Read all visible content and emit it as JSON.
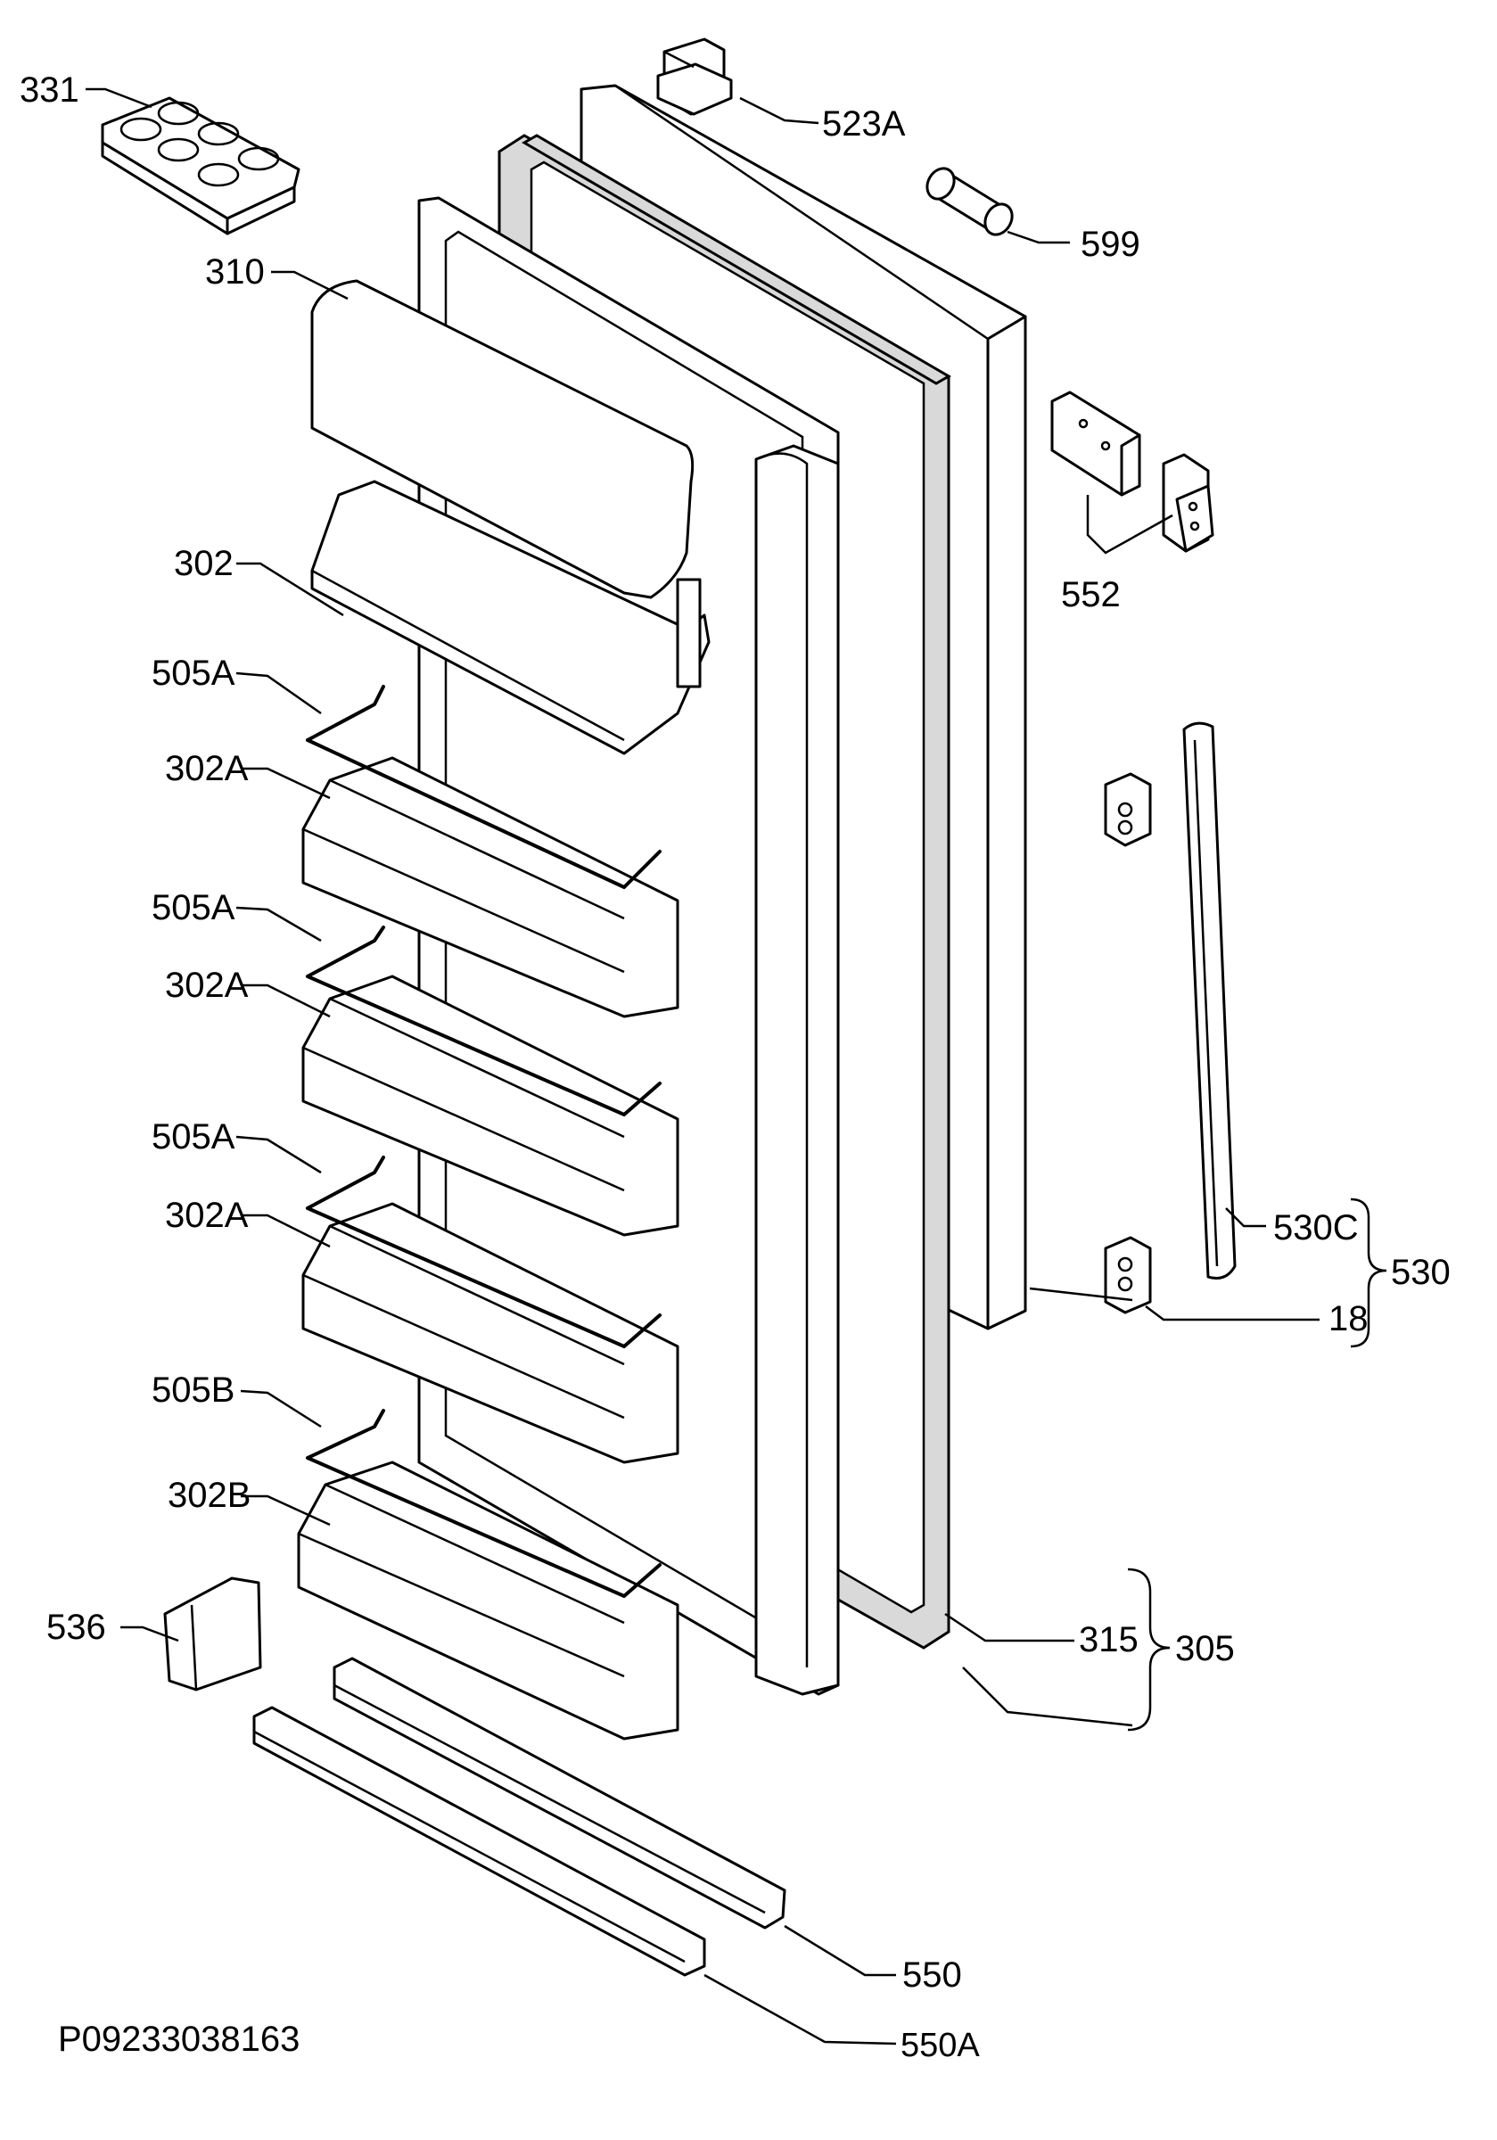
{
  "diagram_code": "P09233038163",
  "labels": {
    "l331": "331",
    "l523a": "523A",
    "l599": "599",
    "l310": "310",
    "l552": "552",
    "l302": "302",
    "l505a_1": "505A",
    "l302a_1": "302A",
    "l505a_2": "505A",
    "l302a_2": "302A",
    "l505a_3": "505A",
    "l302a_3": "302A",
    "l505b": "505B",
    "l302b": "302B",
    "l530c": "530C",
    "l530": "530",
    "l18": "18",
    "l536": "536",
    "l315": "315",
    "l305": "305",
    "l550": "550",
    "l550a": "550A"
  }
}
